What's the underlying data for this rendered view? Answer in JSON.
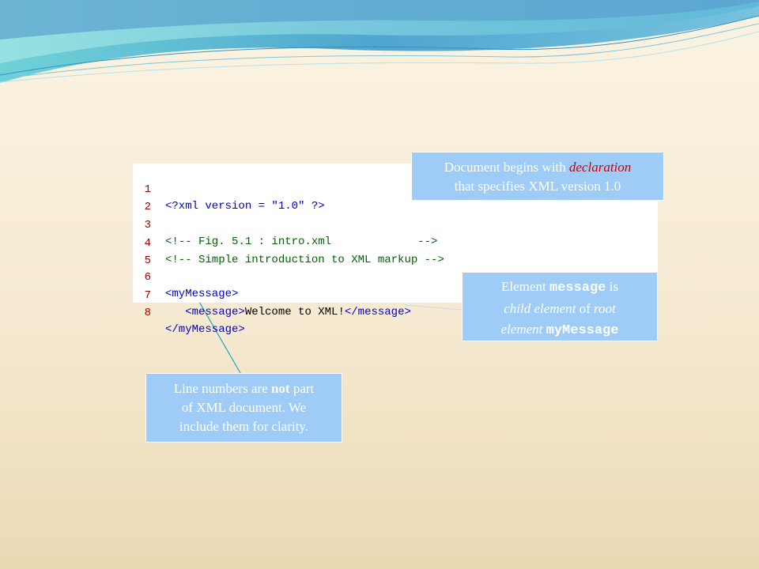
{
  "code_lines": [
    {
      "number": "1",
      "segments": [
        "<?xml version = ",
        "\"1.0\"",
        " ?>"
      ]
    },
    {
      "number": "2",
      "segments": []
    },
    {
      "number": "3",
      "segments": [
        "<!-- Fig. 5.1 : intro.xml             -->"
      ]
    },
    {
      "number": "4",
      "segments": [
        "<!-- Simple introduction to XML markup -->"
      ]
    },
    {
      "number": "5",
      "segments": []
    },
    {
      "number": "6",
      "segments": [
        "<myMessage>"
      ]
    },
    {
      "number": "7",
      "segments": [
        "   <message>",
        "Welcome to XML!",
        "</message>"
      ]
    },
    {
      "number": "8",
      "segments": [
        "</myMessage>"
      ]
    }
  ],
  "callouts": {
    "declaration": {
      "prefix": "Document begins with ",
      "highlight": "declaration",
      "suffix": "that specifies XML version 1.0"
    },
    "message": {
      "prefix": "Element ",
      "code1": "message",
      "mid1": " is",
      "em1": "child element",
      "mid2": " of ",
      "em2": "root",
      "em3": "element ",
      "code2": "myMessage"
    },
    "line_numbers": {
      "prefix": "Line numbers are ",
      "bold": "not",
      "suffix1": " part",
      "line2": "of XML document. We",
      "line3": "include them for clarity."
    }
  },
  "colors": {
    "callout_bg": "#9fcbf7",
    "line_number": "#a00000",
    "tag": "#0000cc",
    "comment": "#006400",
    "highlight": "#cc0000"
  }
}
